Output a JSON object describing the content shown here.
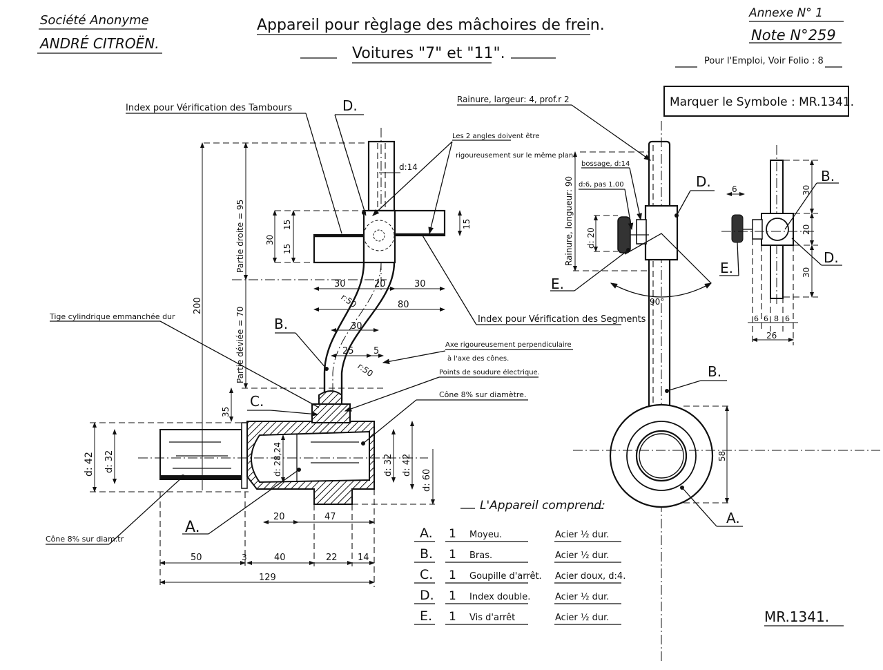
{
  "header": {
    "company_line1": "Société Anonyme",
    "company_line2": "ANDRÉ CITROËN.",
    "title_line1": "Appareil pour règlage des mâchoires de frein.",
    "title_line2": "Voitures \"7\" et \"11\".",
    "annexe": "Annexe N° 1",
    "note": "Note N°259",
    "usage_ref": "Pour l'Emploi, Voir Folio : 8",
    "marking_box": "Marquer le Symbole : MR.1341."
  },
  "annotations": {
    "index_tambours": "Index pour Vérification des Tambours",
    "angles_line1": "Les 2 angles doivent être",
    "angles_line2": "rigoureusement sur le même plan.",
    "rainure": "Rainure, largeur: 4, prof.r 2",
    "rainure_longueur": "Rainure, longueur: 90",
    "bossage": "bossage, d:14",
    "vis_spec": "d:6, pas 1.00",
    "index_segments": "Index pour Vérification des Segments",
    "tige": "Tige cylindrique emmanchée dur",
    "axe_line1": "Axe rigoureusement perpendiculaire",
    "axe_line2": "à l'axe des cônes.",
    "soudure": "Points de soudure électrique.",
    "cone_diametre": "Cône 8% sur diamètre.",
    "cone_diam_short": "Cône 8% sur diam.tr",
    "partie_droite": "Partie droite = 95",
    "partie_deviee": "Partie déviée = 70",
    "angle_90": "90°"
  },
  "part_labels": {
    "A": "A.",
    "B": "B.",
    "C": "C.",
    "D": "D.",
    "E": "E."
  },
  "dimensions": {
    "main_view": {
      "d14": "d:14",
      "h15a": "15",
      "h15b": "15",
      "h30": "30",
      "h15_right": "15",
      "w30_left": "30",
      "w20": "20",
      "w30_right": "30",
      "w80": "80",
      "r50_top": "r:50",
      "w30_bend": "30",
      "w25": "25",
      "w5": "5",
      "r50_bottom": "r:50",
      "total_200": "200",
      "h35": "35",
      "d42_left": "d: 42",
      "d32_left": "d: 32",
      "d28": "d: 28,24",
      "d32_right": "d: 32",
      "d42_right": "d: 42",
      "d60": "d: 60",
      "w20_bottom": "20",
      "w47": "47",
      "w50": "50",
      "w3": "3",
      "w40": "40",
      "w22": "22",
      "w14": "14",
      "w129": "129"
    },
    "side_view": {
      "d20": "d: 20",
      "d58": "58"
    },
    "detail_view": {
      "w6_knob": "6",
      "h30_top": "30",
      "h20": "20",
      "h30_bottom": "30",
      "w6a": "6",
      "w6b": "6",
      "w8": "8",
      "w6c": "6",
      "w26": "26"
    }
  },
  "parts_list": {
    "title": "L'Appareil comprend:",
    "items": [
      {
        "letter": "A.",
        "qty": "1",
        "name": "Moyeu.",
        "material": "Acier ½ dur."
      },
      {
        "letter": "B.",
        "qty": "1",
        "name": "Bras.",
        "material": "Acier ½ dur."
      },
      {
        "letter": "C.",
        "qty": "1",
        "name": "Goupille d'arrêt.",
        "material": "Acier doux, d:4."
      },
      {
        "letter": "D.",
        "qty": "1",
        "name": "Index double.",
        "material": "Acier ½ dur."
      },
      {
        "letter": "E.",
        "qty": "1",
        "name": "Vis d'arrêt",
        "material": "Acier ½ dur."
      }
    ]
  },
  "footer": {
    "reference": "MR.1341."
  }
}
